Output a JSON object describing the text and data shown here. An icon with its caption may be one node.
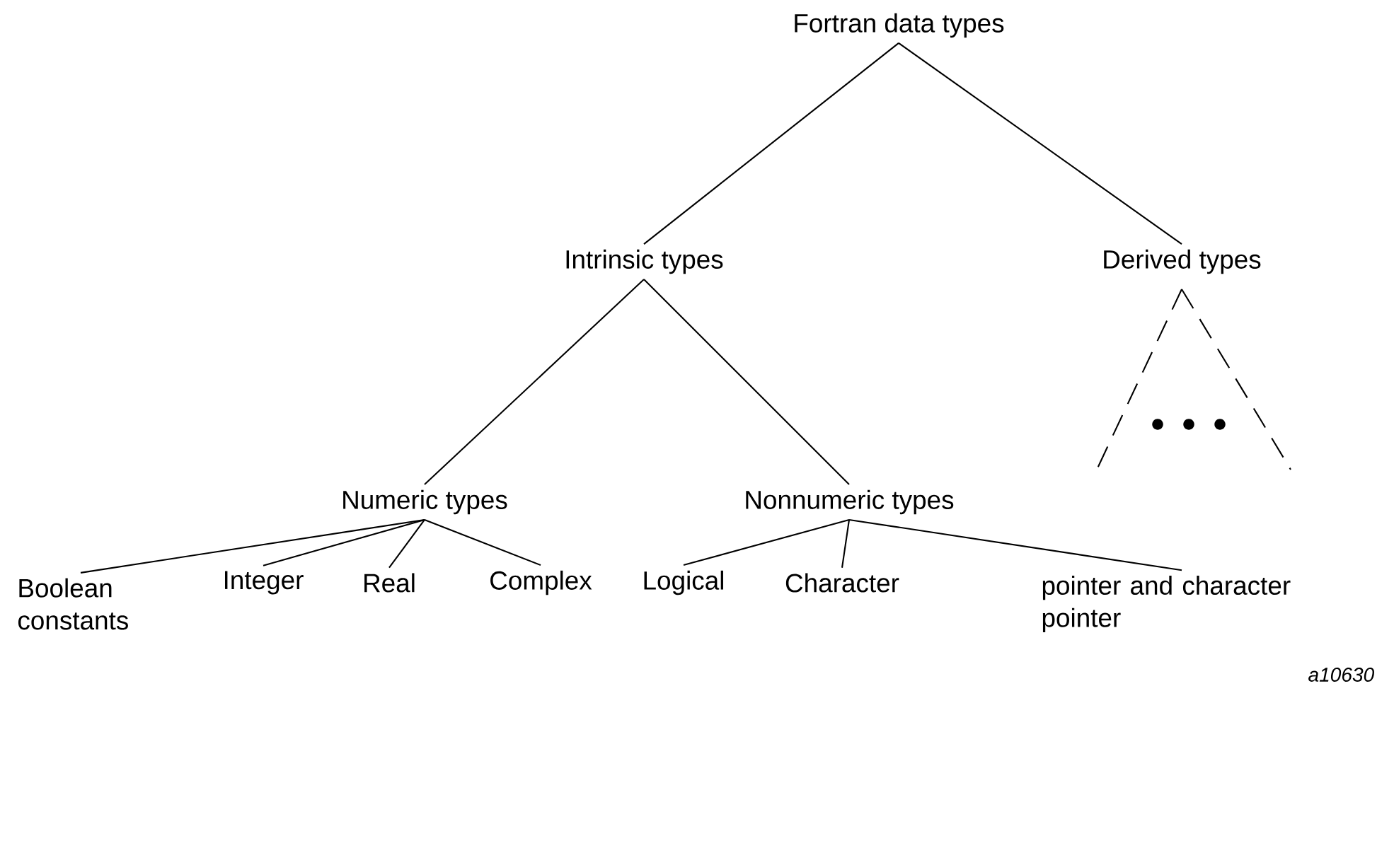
{
  "diagram": {
    "nodes": [
      {
        "text": [
          "Fortran data types"
        ]
      },
      {
        "text": [
          "Intrinsic types"
        ]
      },
      {
        "text": [
          "Derived types"
        ]
      },
      {
        "text": [
          "Numeric types"
        ]
      },
      {
        "text": [
          "Nonnumeric types"
        ]
      },
      {
        "text": [
          "Boolean constants"
        ]
      },
      {
        "text": [
          "Integer"
        ]
      },
      {
        "text": [
          "Real"
        ]
      },
      {
        "text": [
          "Complex"
        ]
      },
      {
        "text": [
          "Logical"
        ]
      },
      {
        "text": [
          "Character"
        ]
      },
      {
        "text": [
          "pointer and character pointer"
        ]
      }
    ],
    "edges": [
      {
        "from": 0,
        "to": 1,
        "arrow": "none"
      },
      {
        "from": 0,
        "to": 2,
        "arrow": "none"
      },
      {
        "from": 1,
        "to": 3,
        "arrow": "none"
      },
      {
        "from": 1,
        "to": 4,
        "arrow": "none"
      },
      {
        "from": 2,
        "to": null,
        "arrow": "none",
        "style": "dashed"
      },
      {
        "from": 2,
        "to": null,
        "arrow": "none",
        "style": "dashed"
      },
      {
        "from": 3,
        "to": 5,
        "arrow": "none"
      },
      {
        "from": 3,
        "to": 6,
        "arrow": "none"
      },
      {
        "from": 3,
        "to": 7,
        "arrow": "none"
      },
      {
        "from": 3,
        "to": 8,
        "arrow": "none"
      },
      {
        "from": 4,
        "to": 9,
        "arrow": "none"
      },
      {
        "from": 4,
        "to": 10,
        "arrow": "none"
      },
      {
        "from": 4,
        "to": 11,
        "arrow": "none"
      }
    ],
    "labels": [
      "a10630"
    ]
  }
}
